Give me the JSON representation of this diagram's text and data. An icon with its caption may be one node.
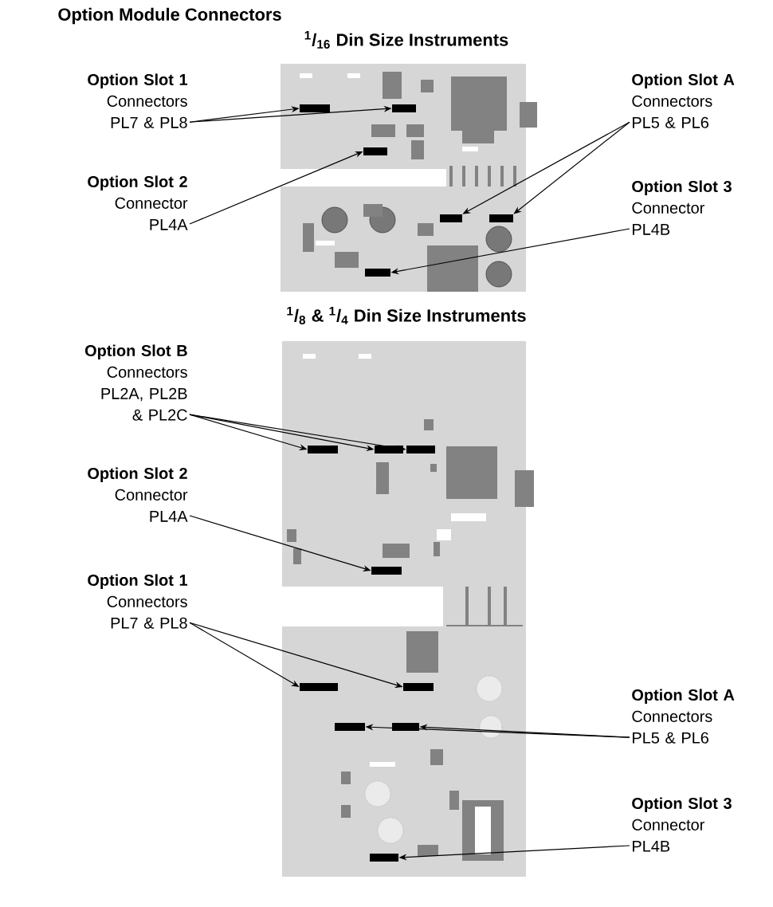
{
  "diagram": {
    "title": "Option Module Connectors",
    "nodes": [
      {
        "text": [
          "Option Slot 1",
          "Connectors PL7 & PL8"
        ]
      },
      {
        "text": [
          "Option Slot A",
          "Connectors PL5 & PL6"
        ]
      },
      {
        "text": [
          "Option Slot 2",
          "Connector PL4A"
        ]
      },
      {
        "text": [
          "Option Slot 3",
          "Connector PL4B"
        ]
      },
      {
        "text": [],
        "shape": "box"
      },
      {
        "text": [],
        "shape": "box"
      },
      {
        "text": [],
        "shape": "box"
      },
      {
        "text": [],
        "shape": "box"
      },
      {
        "text": [],
        "shape": "box"
      },
      {
        "text": [],
        "shape": "box"
      },
      {
        "text": [
          "Option Slot B",
          "Connectors PL2A, PL2B & PL2C"
        ]
      },
      {
        "text": [
          "Option Slot 2",
          "Connector PL4A"
        ]
      },
      {
        "text": [
          "Option Slot 1",
          "Connectors PL7 & PL8"
        ]
      },
      {
        "text": [
          "Option Slot A",
          "Connectors PL5 & PL6"
        ]
      },
      {
        "text": [
          "Option Slot 3",
          "Connector PL4B"
        ]
      },
      {
        "text": [],
        "shape": "box"
      },
      {
        "text": [],
        "shape": "box"
      },
      {
        "text": [],
        "shape": "box"
      },
      {
        "text": [],
        "shape": "box"
      },
      {
        "text": [],
        "shape": "box"
      },
      {
        "text": [],
        "shape": "box"
      },
      {
        "text": [],
        "shape": "box"
      },
      {
        "text": [],
        "shape": "box"
      },
      {
        "text": [],
        "shape": "box"
      }
    ],
    "edges": [
      {
        "from": 0,
        "to": 4,
        "arrow": "to"
      },
      {
        "from": 0,
        "to": 5,
        "arrow": "to"
      },
      {
        "from": 1,
        "to": 7,
        "arrow": "to"
      },
      {
        "from": 1,
        "to": 8,
        "arrow": "to"
      },
      {
        "from": 2,
        "to": 6,
        "arrow": "to"
      },
      {
        "from": 3,
        "to": 9,
        "arrow": "to"
      },
      {
        "from": 10,
        "to": 15,
        "arrow": "to"
      },
      {
        "from": 10,
        "to": 16,
        "arrow": "to"
      },
      {
        "from": 10,
        "to": 17,
        "arrow": "to"
      },
      {
        "from": 11,
        "to": 18,
        "arrow": "to"
      },
      {
        "from": 12,
        "to": 19,
        "arrow": "to"
      },
      {
        "from": 12,
        "to": 20,
        "arrow": "to"
      },
      {
        "from": 13,
        "to": 21,
        "arrow": "to"
      },
      {
        "from": 13,
        "to": 22,
        "arrow": "to"
      },
      {
        "from": 14,
        "to": 23,
        "arrow": "to"
      }
    ],
    "labels": [
      "$^{1}$/$_{16}$ Din Size Instruments",
      "$^{1}$/$_{8}$ & $^{1}$/$_{4}$ Din Size Instruments"
    ]
  }
}
